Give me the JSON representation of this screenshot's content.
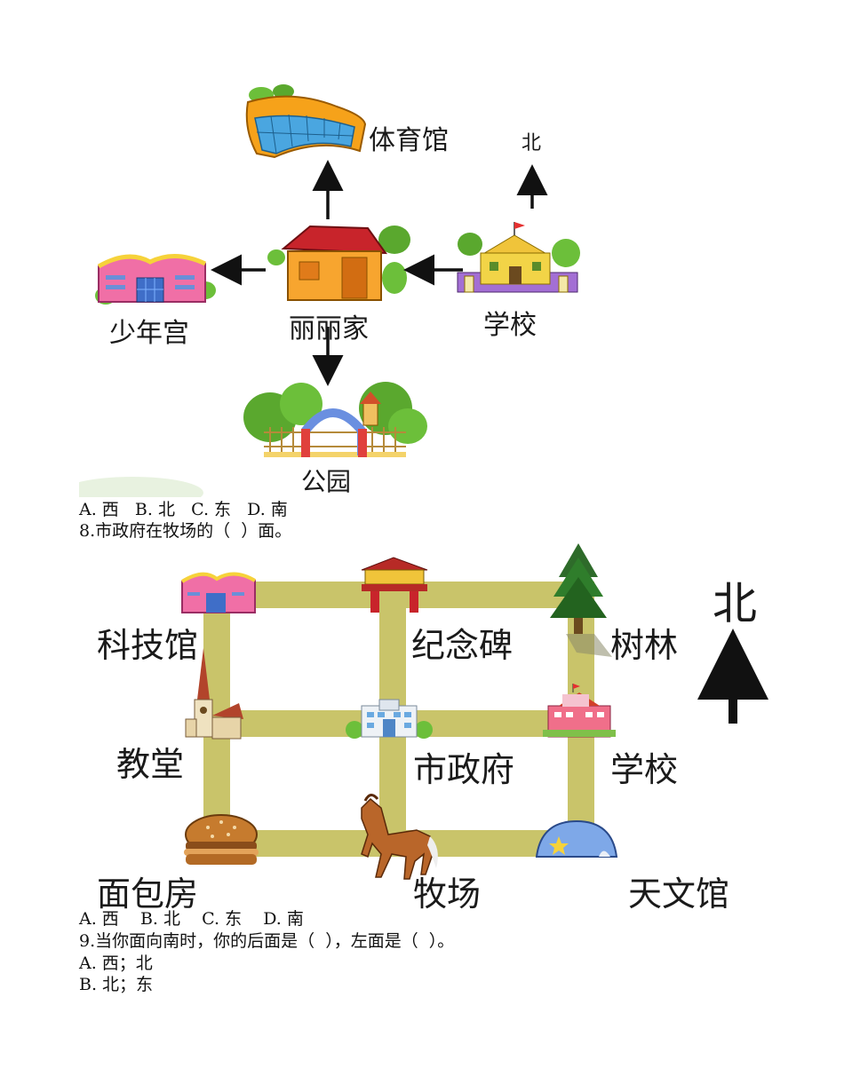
{
  "figure1": {
    "labels": {
      "stadium": "体育馆",
      "north": "北",
      "youth_palace": "少年宫",
      "lili_home": "丽丽家",
      "school": "学校",
      "park": "公园"
    }
  },
  "q7_options": "A. 西   B. 北   C. 东   D. 南",
  "q8_text": "8.市政府在牧场的（  ）面。",
  "figure2": {
    "labels": {
      "north": "北",
      "science_museum": "科技馆",
      "monument": "纪念碑",
      "forest": "树林",
      "church": "教堂",
      "city_hall": "市政府",
      "school": "学校",
      "bakery": "面包房",
      "ranch": "牧场",
      "observatory": "天文馆"
    }
  },
  "q8_options": "A. 西    B. 北    C. 东    D. 南",
  "q9_text": "9.当你面向南时，你的后面是（  ），左面是（  ）。",
  "q9_option_a": "A. 西；北",
  "q9_option_b": "B. 北；东"
}
